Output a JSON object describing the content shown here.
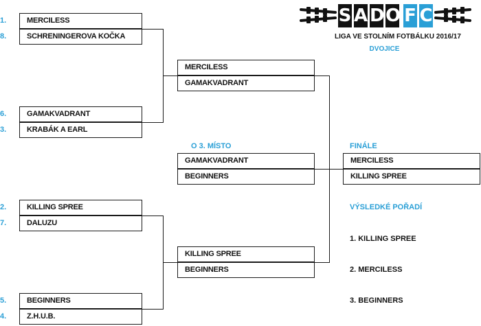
{
  "header": {
    "logo_letters": [
      "S",
      "A",
      "D",
      "O",
      "F",
      "C"
    ],
    "subtitle": "LIGA VE STOLNÍM FOTBÁLKU 2016/17",
    "category": "DVOJICE"
  },
  "round1": {
    "m1": {
      "seed_a": "1.",
      "team_a": "MERCILESS",
      "seed_b": "8.",
      "team_b": "SCHRENINGEROVA KOČKA"
    },
    "m2": {
      "seed_a": "6.",
      "team_a": "GAMAKVADRANT",
      "seed_b": "3.",
      "team_b": "KRABÁK A EARL"
    },
    "m3": {
      "seed_a": "2.",
      "team_a": "KILLING SPREE",
      "seed_b": "7.",
      "team_b": "DALUZU"
    },
    "m4": {
      "seed_a": "5.",
      "team_a": "BEGINNERS",
      "seed_b": "4.",
      "team_b": "Z.H.U.B."
    }
  },
  "semifinals": {
    "s1": {
      "team_a": "MERCILESS",
      "team_b": "GAMAKVADRANT"
    },
    "s2": {
      "team_a": "KILLING SPREE",
      "team_b": "BEGINNERS"
    }
  },
  "third_place": {
    "label": "O 3. MÍSTO",
    "team_a": "GAMAKVADRANT",
    "team_b": "BEGINNERS"
  },
  "final": {
    "label": "FINÁLE",
    "team_a": "MERCILESS",
    "team_b": "KILLING SPREE"
  },
  "standings": {
    "label": "VÝSLEDKÉ POŘADÍ",
    "items": [
      "1. KILLING SPREE",
      "2. MERCILESS",
      "3. BEGINNERS"
    ]
  },
  "colors": {
    "accent": "#2a9fd6",
    "line": "#1a1a1a",
    "text": "#111111"
  }
}
